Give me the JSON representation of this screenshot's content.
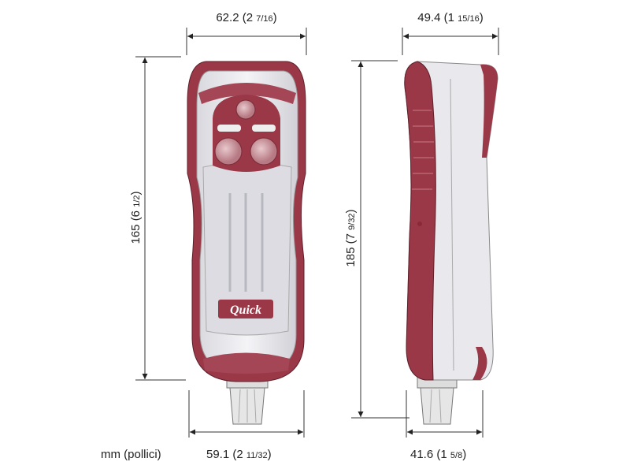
{
  "units_label": "mm (pollici)",
  "dimensions": {
    "front_top_width": {
      "mm": "62.2",
      "whole": "2",
      "frac": "7/16"
    },
    "front_height": {
      "mm": "165",
      "whole": "6",
      "frac": "1/2"
    },
    "front_bottom_width": {
      "mm": "59.1",
      "whole": "2",
      "frac": "11/32"
    },
    "side_top_width": {
      "mm": "49.4",
      "whole": "1",
      "frac": "15/16"
    },
    "side_height": {
      "mm": "185",
      "whole": "7",
      "frac": "9/32"
    },
    "side_bottom_width": {
      "mm": "41.6",
      "whole": "1",
      "frac": "5/8"
    }
  },
  "logo_text": "Quick",
  "colors": {
    "accent": "#9a3848",
    "body": "#e9e9ee",
    "line": "#333333"
  }
}
